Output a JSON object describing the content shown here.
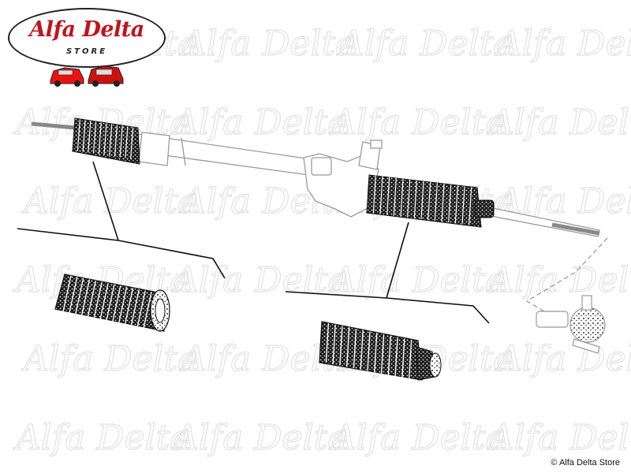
{
  "brand": {
    "title": "Alfa Delta",
    "subtitle": "STORE",
    "watermark": "Alfa Delta",
    "accent_color": "#c0141c"
  },
  "footer": {
    "copyright": "© Alfa Delta Store"
  },
  "diagram": {
    "parts": [
      {
        "id": "left-boot",
        "icon": "bellows-boot"
      },
      {
        "id": "right-boot",
        "icon": "bellows-boot-with-neck"
      },
      {
        "id": "tie-rod-end",
        "icon": "ball-joint"
      }
    ]
  }
}
